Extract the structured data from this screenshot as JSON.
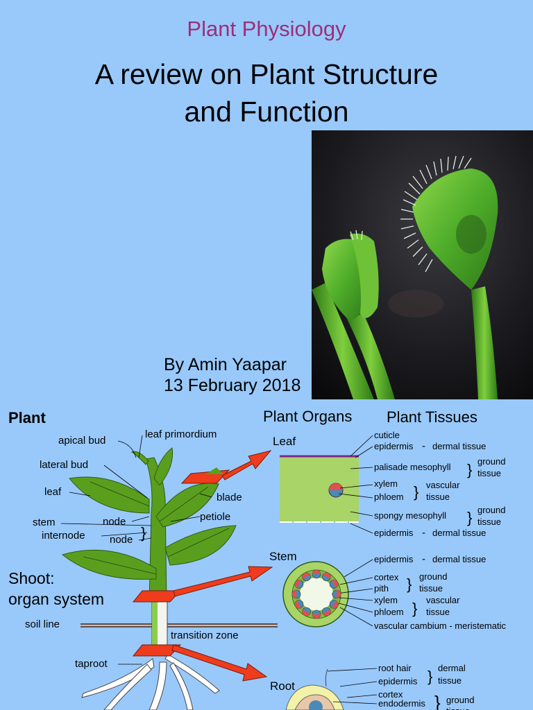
{
  "slide": {
    "subtitle": "Plant Physiology",
    "title_line1": "A review on Plant Structure",
    "title_line2": "and Function",
    "author": "By Amin Yaapar",
    "date": "13 February 2018"
  },
  "diagram": {
    "heading_plant": "Plant",
    "heading_organs": "Plant Organs",
    "heading_tissues": "Plant Tissues",
    "labels": {
      "apical_bud": "apical bud",
      "leaf_primordium": "leaf primordium",
      "lateral_bud": "lateral bud",
      "leaf": "leaf",
      "blade": "blade",
      "stem": "stem",
      "node1": "node",
      "petiole": "petiole",
      "internode": "internode",
      "node2": "node",
      "shoot1": "Shoot:",
      "shoot2": "organ system",
      "soil_line": "soil line",
      "transition_zone": "transition zone",
      "taproot": "taproot"
    },
    "organs": {
      "leaf": "Leaf",
      "stem": "Stem",
      "root": "Root"
    },
    "leaf_tissues": {
      "cuticle": "cuticle",
      "epidermis_top": "epidermis",
      "dash1": "-",
      "dermal_top": "dermal tissue",
      "palisade": "palisade mesophyll",
      "ground1a": "ground",
      "ground1b": "tissue",
      "xylem": "xylem",
      "phloem": "phloem",
      "vascular_a": "vascular",
      "vascular_b": "tissue",
      "spongy": "spongy mesophyll",
      "ground2a": "ground",
      "ground2b": "tissue",
      "epidermis_bottom": "epidermis",
      "dash2": "-",
      "dermal_bottom": "dermal tissue"
    },
    "stem_tissues": {
      "epidermis": "epidermis",
      "dash": "-",
      "dermal": "dermal tissue",
      "cortex": "cortex",
      "pith": "pith",
      "ground_a": "ground",
      "ground_b": "tissue",
      "xylem": "xylem",
      "phloem": "phloem",
      "vascular_a": "vascular",
      "vascular_b": "tissue",
      "cambium": "vascular cambium - meristematic"
    },
    "root_tissues": {
      "root_hair": "root hair",
      "epidermis": "epidermis",
      "dermal_a": "dermal",
      "dermal_b": "tissue",
      "cortex": "cortex",
      "endodermis": "endodermis",
      "ground_a": "ground",
      "ground_b": "tissue"
    }
  },
  "colors": {
    "background": "#99c9fb",
    "subtitle": "#9c2f78",
    "plant_green": "#5a9e1e",
    "arrow_red": "#ee3c1c"
  }
}
